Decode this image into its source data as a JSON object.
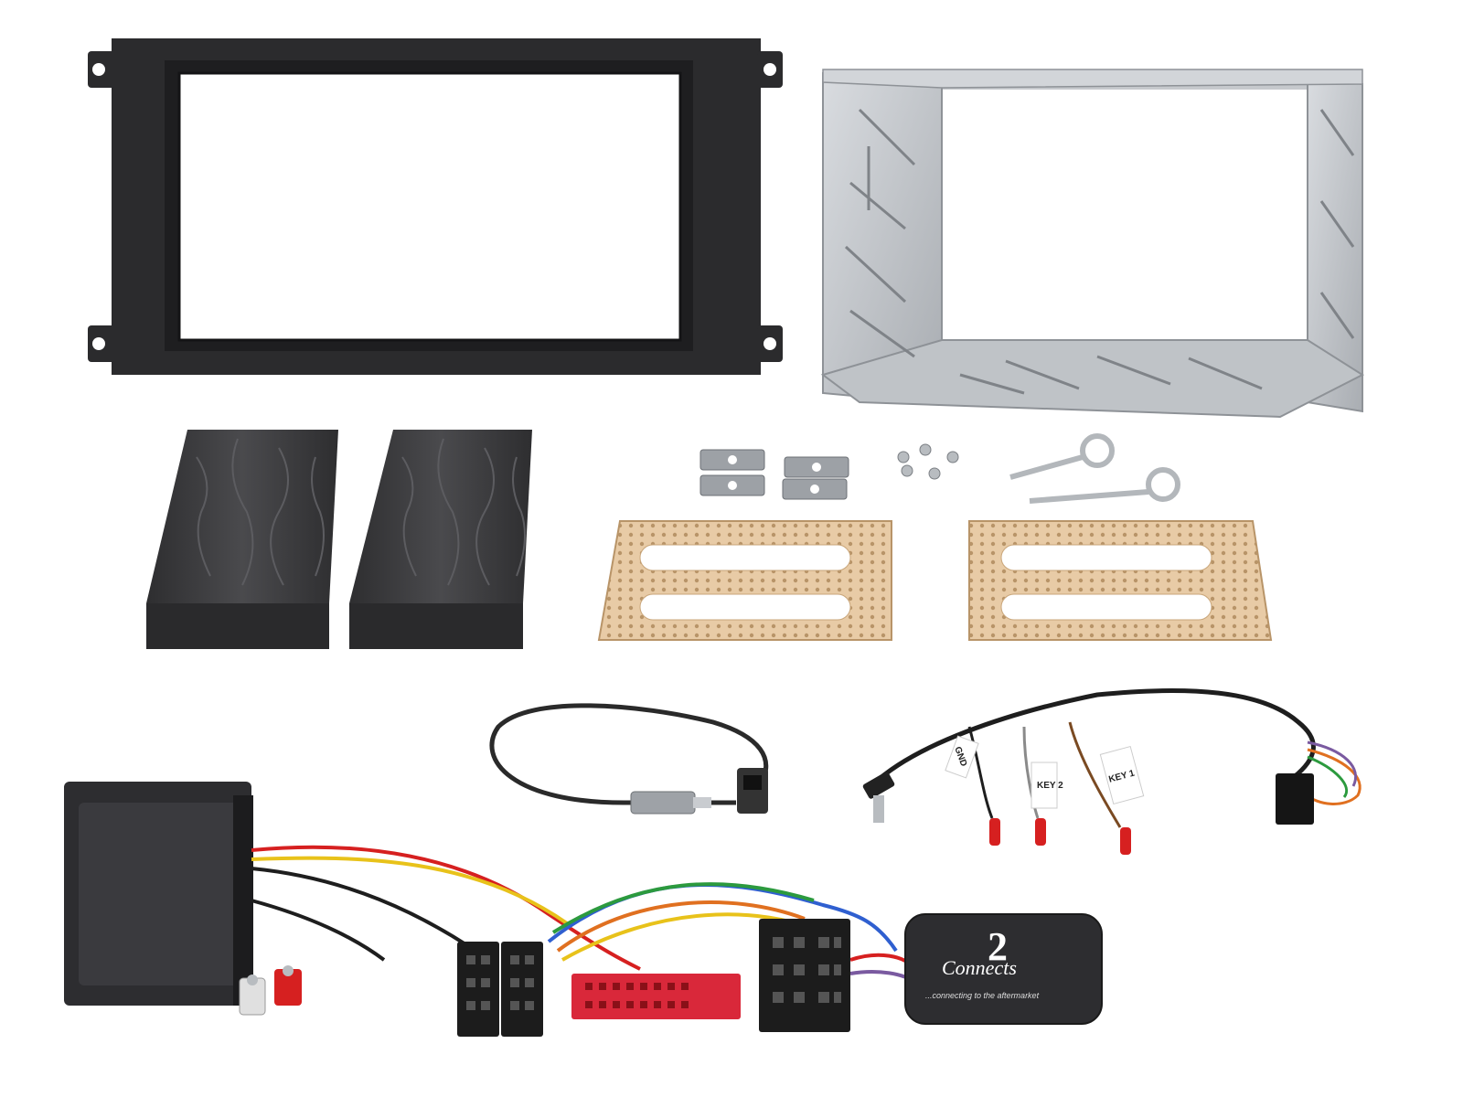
{
  "image": {
    "background": "#ffffff"
  },
  "labels": {
    "gnd": "GND",
    "key2": "KEY 2",
    "key1": "KEY 1"
  },
  "brand": {
    "logo_digit": "2",
    "logo_word": "Connects",
    "tagline": "...connecting to the aftermarket"
  },
  "colors": {
    "fascia": "#2b2b2d",
    "cage_metal": "#c9ccd0",
    "foam": "#3a3a3c",
    "bracket": "#e6c9a3",
    "wire_red": "#d62020",
    "wire_yellow": "#e8c21a",
    "wire_green": "#2c9a3e",
    "wire_blue": "#2f5fd0",
    "wire_orange": "#e07020",
    "wire_brown": "#7a4a22",
    "wire_grey": "#8a8a8a"
  }
}
